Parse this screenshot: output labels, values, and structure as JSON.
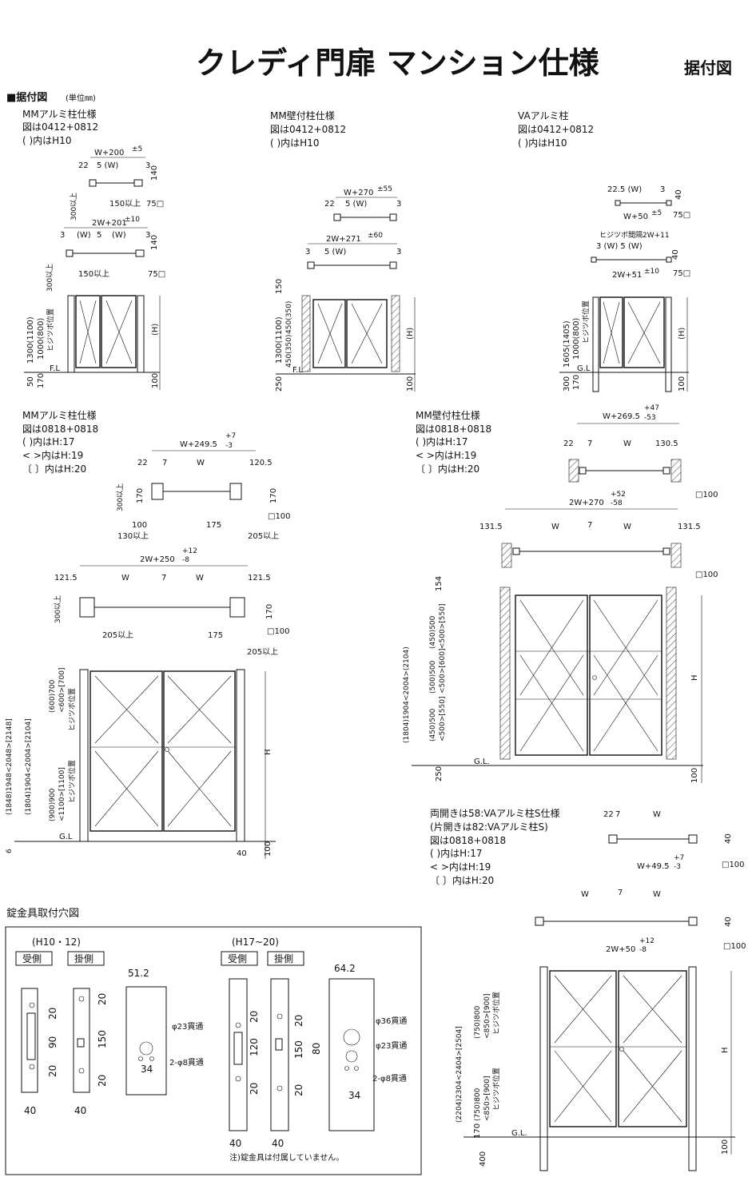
{
  "header": {
    "title": "クレディ門扉 マンション仕様",
    "subtitle": "据付図"
  },
  "section_main": {
    "heading": "■据付図",
    "unit": "(単位㎜)"
  },
  "panels_0412": [
    {
      "name": "MMアルミ柱仕様",
      "note1": "図は0412+0812",
      "note2": "(  )内はH10",
      "dims": {
        "single_width": "W+200",
        "single_tol": "±5",
        "double_width": "2W+201",
        "double_tol": "±10",
        "d22": "22",
        "d5w": "5  (W)",
        "d3": "3",
        "d140": "140",
        "d150": "150以上",
        "d300": "300以上",
        "d75": "75□",
        "dw_left": "(W)",
        "d5": "5",
        "dw_right": "(W)",
        "h1300": "1300(1100)",
        "h1000": "1000(800)",
        "hinge": "ヒジツボ位置",
        "h50": "50",
        "h170": "170",
        "fl": "F.L",
        "h100": "100",
        "hH": "(H)"
      }
    },
    {
      "name": "MM壁付柱仕様",
      "note1": "図は0412+0812",
      "note2": "(  )内はH10",
      "dims": {
        "single_width": "W+270",
        "single_tol": "±55",
        "double_width": "2W+271",
        "double_tol": "±60",
        "d22": "22",
        "d5w": "5  (W)",
        "d3": "3",
        "d150": "150",
        "h1300": "1300(1100)",
        "h450a": "450(350)",
        "h450b": "450(350)",
        "h250": "250",
        "fl": "F.L",
        "h100": "100",
        "hH": "(H)"
      }
    },
    {
      "name": "VAアルミ柱",
      "note1": "図は0412+0812",
      "note2": "(  )内はH10",
      "dims": {
        "d225": "22.5  (W)",
        "d3": "3",
        "d40": "40",
        "single_width": "W+50",
        "single_tol": "±5",
        "d75": "75□",
        "hinge_label": "ヒジツボ間隔2W+11",
        "d3w": "3  (W)  5  (W)",
        "double_width": "2W+51",
        "double_tol": "±10",
        "h1605": "1605(1405)",
        "h1000": "1000(800)",
        "hinge": "ヒジツボ位置",
        "h300": "300",
        "h170": "170",
        "gl": "G.L",
        "h100": "100",
        "hH": "(H)"
      }
    }
  ],
  "panels_0818": [
    {
      "name": "MMアルミ柱仕様",
      "note1": "図は0818+0818",
      "note2": "(  )内はH:17",
      "note3": "<  >内はH:19",
      "note4": "〔  〕内はH:20",
      "dims": {
        "single_width": "W+249.5",
        "single_tol_up": "+7",
        "single_tol_dn": "-3",
        "d22": "22",
        "d7": "7",
        "dW": "W",
        "d1205": "120.5",
        "d300": "300以上",
        "d170a": "170",
        "d170b": "170",
        "d100sq": "□100",
        "d100": "100",
        "d175": "175",
        "d130": "130以上",
        "d205": "205以上",
        "double_width": "2W+250",
        "double_tol_up": "+12",
        "double_tol_dn": "-8",
        "d1215a": "121.5",
        "d1215b": "121.5",
        "dWa": "W",
        "d7b": "7",
        "dWb": "W",
        "d300b": "300以上",
        "d170c": "170",
        "d205b": "205以上",
        "d175b": "175",
        "d100sqb": "□100",
        "d205c": "205以上",
        "h_total": "(1848)1948<2048>[2148]",
        "h_total2": "(1804)1904<2004>[2104]",
        "h_upper": "(600)700",
        "h_upper2": "<600>[700]",
        "h_lower": "(900)900",
        "h_lower2": "<1100>[1100]",
        "hinge": "ヒジツボ位置",
        "h6": "6",
        "gl": "G.L",
        "h40": "40",
        "h100": "100",
        "hH": "H"
      }
    },
    {
      "name": "MM壁付柱仕様",
      "note1": "図は0818+0818",
      "note2": "(  )内はH:17",
      "note3": "<  >内はH:19",
      "note4": "〔  〕内はH:20",
      "dims": {
        "single_width": "W+269.5",
        "single_tol_up": "+47",
        "single_tol_dn": "-53",
        "d22": "22",
        "d7": "7",
        "dW": "W",
        "d1305": "130.5",
        "d100sq": "□100",
        "double_width": "2W+270",
        "double_tol_up": "+52",
        "double_tol_dn": "-58",
        "d1315a": "131.5",
        "dWa": "W",
        "d7b": "7",
        "dWb": "W",
        "d1315b": "131.5",
        "d100sqb": "□100",
        "h154": "154",
        "h_total": "(1804)1904<2004>(2104)",
        "h_a": "(450)500",
        "h_a2": "<500>[550]",
        "h_b": "(500)500",
        "h_b2": "<500>[600]",
        "h_c": "(450)500",
        "h_c2": "<500>[550]",
        "gl": "G.L.",
        "h250": "250",
        "h100": "100",
        "hH": "H"
      }
    },
    {
      "name": "両開きは58:VAアルミ柱S仕様",
      "note0": "(片開きは82:VAアルミ柱S)",
      "note1": "図は0818+0818",
      "note2": "(  )内はH:17",
      "note3": "<  >内はH:19",
      "note4": "〔  〕内はH:20",
      "dims": {
        "d22": "22",
        "d7": "7",
        "dW": "W",
        "d40": "40",
        "single_width": "W+49.5",
        "single_tol_up": "+7",
        "single_tol_dn": "-3",
        "d100sq": "□100",
        "dWa": "W",
        "d7b": "7",
        "dWb": "W",
        "d40b": "40",
        "double_width": "2W+50",
        "double_tol_up": "+12",
        "double_tol_dn": "-8",
        "d100sqb": "□100",
        "h_total": "(2204)2304<2404>[2504]",
        "h_a": "(750)800",
        "h_a2": "<850>[900]",
        "h_b": "(750)800",
        "h_b2": "<850>[900]",
        "hinge": "ヒジツボ位置",
        "h170": "170",
        "h400": "400",
        "gl": "G.L.",
        "h100": "100",
        "hH": "H"
      }
    }
  ],
  "lock_section": {
    "heading": "錠金具取付穴図",
    "group1": "(H10・12)",
    "group2": "(H17~20)",
    "recv": "受側",
    "hang": "掛側",
    "g1": {
      "d20a": "20",
      "d90": "90",
      "d20b": "20",
      "d20c": "20",
      "d150": "150",
      "d20d": "20",
      "d40a": "40",
      "d40b": "40",
      "d512": "51.2",
      "phi23": "φ23貫通",
      "phi8": "2-φ8貫通",
      "d34": "34"
    },
    "g2": {
      "d20a": "20",
      "d120": "120",
      "d20b": "20",
      "d20c": "20",
      "d150": "150",
      "d20d": "20",
      "d40a": "40",
      "d40b": "40",
      "d642": "64.2",
      "phi36": "φ36貫通",
      "phi23": "φ23貫通",
      "phi8": "2-φ8貫通",
      "d80": "80",
      "d34": "34"
    },
    "footnote": "注)錠金具は付属していません。"
  }
}
